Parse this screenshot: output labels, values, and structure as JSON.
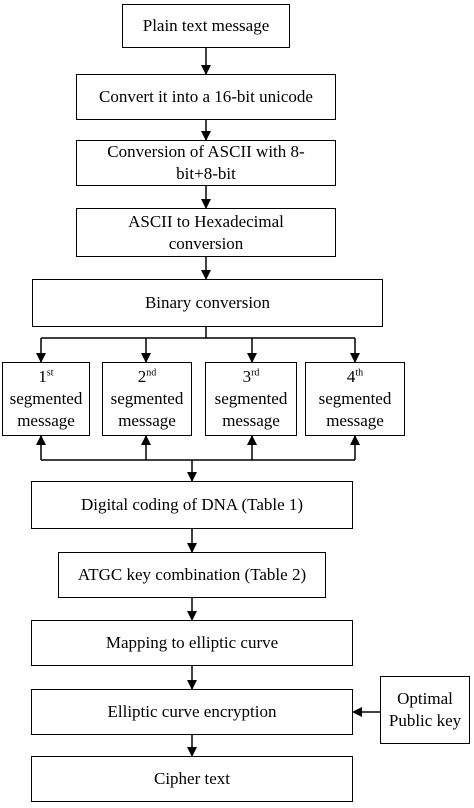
{
  "flow": {
    "plain_text": "Plain text message",
    "unicode": "Convert it into a 16-bit unicode",
    "ascii_line1": "Conversion of ASCII with 8-",
    "ascii_line2": "bit+8-bit",
    "hex_line1": "ASCII to Hexadecimal",
    "hex_line2": "conversion",
    "binary": "Binary conversion",
    "segments": [
      {
        "num": "1",
        "suffix": "st",
        "line2": "segmented",
        "line3": "message"
      },
      {
        "num": "2",
        "suffix": "nd",
        "line2": "segmented",
        "line3": "message"
      },
      {
        "num": "3",
        "suffix": "rd",
        "line2": "segmented",
        "line3": "message"
      },
      {
        "num": "4",
        "suffix": "th",
        "line2": "segmented",
        "line3": "message"
      }
    ],
    "dna": "Digital coding of DNA (Table 1)",
    "atgc": "ATGC key combination (Table 2)",
    "mapping": "Mapping to elliptic curve",
    "encryption": "Elliptic curve encryption",
    "key_line1": "Optimal",
    "key_line2": "Public key",
    "cipher": "Cipher text"
  }
}
